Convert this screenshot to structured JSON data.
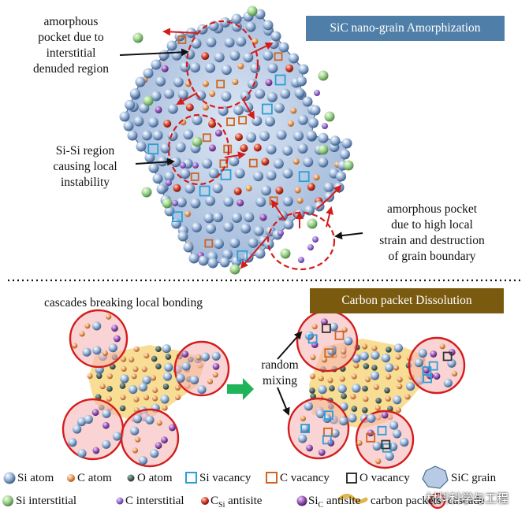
{
  "top_panel": {
    "banner": "SiC nano-grain Amorphization",
    "annotations": {
      "interstitial_pocket": [
        "amorphous",
        "pocket due to",
        "interstitial",
        "denuded region"
      ],
      "si_si_region": [
        "Si-Si region",
        "causing local",
        "instability"
      ],
      "strain_pocket": [
        "amorphous pocket",
        "due to high local",
        "strain and destruction",
        "of grain boundary"
      ]
    }
  },
  "bottom_panel": {
    "banner": "Carbon packet Dissolution",
    "cascades_label": "cascades breaking local bonding",
    "mixing_label": [
      "random",
      "mixing"
    ]
  },
  "legend": {
    "row1": [
      "Si atom",
      "C atom",
      "O atom",
      "Si vacancy",
      "C vacancy",
      "O vacancy",
      "SiC grain"
    ],
    "row2": [
      "Si interstitial",
      "C interstitial",
      "C",
      "Si",
      "antisite",
      "Si",
      "C",
      "antisite",
      "carbon packets",
      "cascade"
    ]
  },
  "watermark": "材料科学与工程",
  "colors": {
    "si_atom": "#8eaed6",
    "c_atom": "#e8a468",
    "o_atom": "#2f4a44",
    "si_vacancy": "#2a9fd8",
    "c_vacancy": "#d0641e",
    "o_vacancy": "#333333",
    "grain_fill": "#b8cbe4",
    "si_interstitial": "#a6d696",
    "c_interstitial": "#8a5cc8",
    "c_si_antisite": "#d6402a",
    "si_c_antisite": "#9a58b6",
    "carbon_packet": "#f7d98a",
    "cascade_fill": "#f6b8b8",
    "cascade_stroke": "#d41c1c",
    "arrow_red": "#d41c1c",
    "arrow_green": "#1fb35a",
    "banner_blue": "#4f7fa8",
    "banner_brown": "#7a5a0e"
  }
}
